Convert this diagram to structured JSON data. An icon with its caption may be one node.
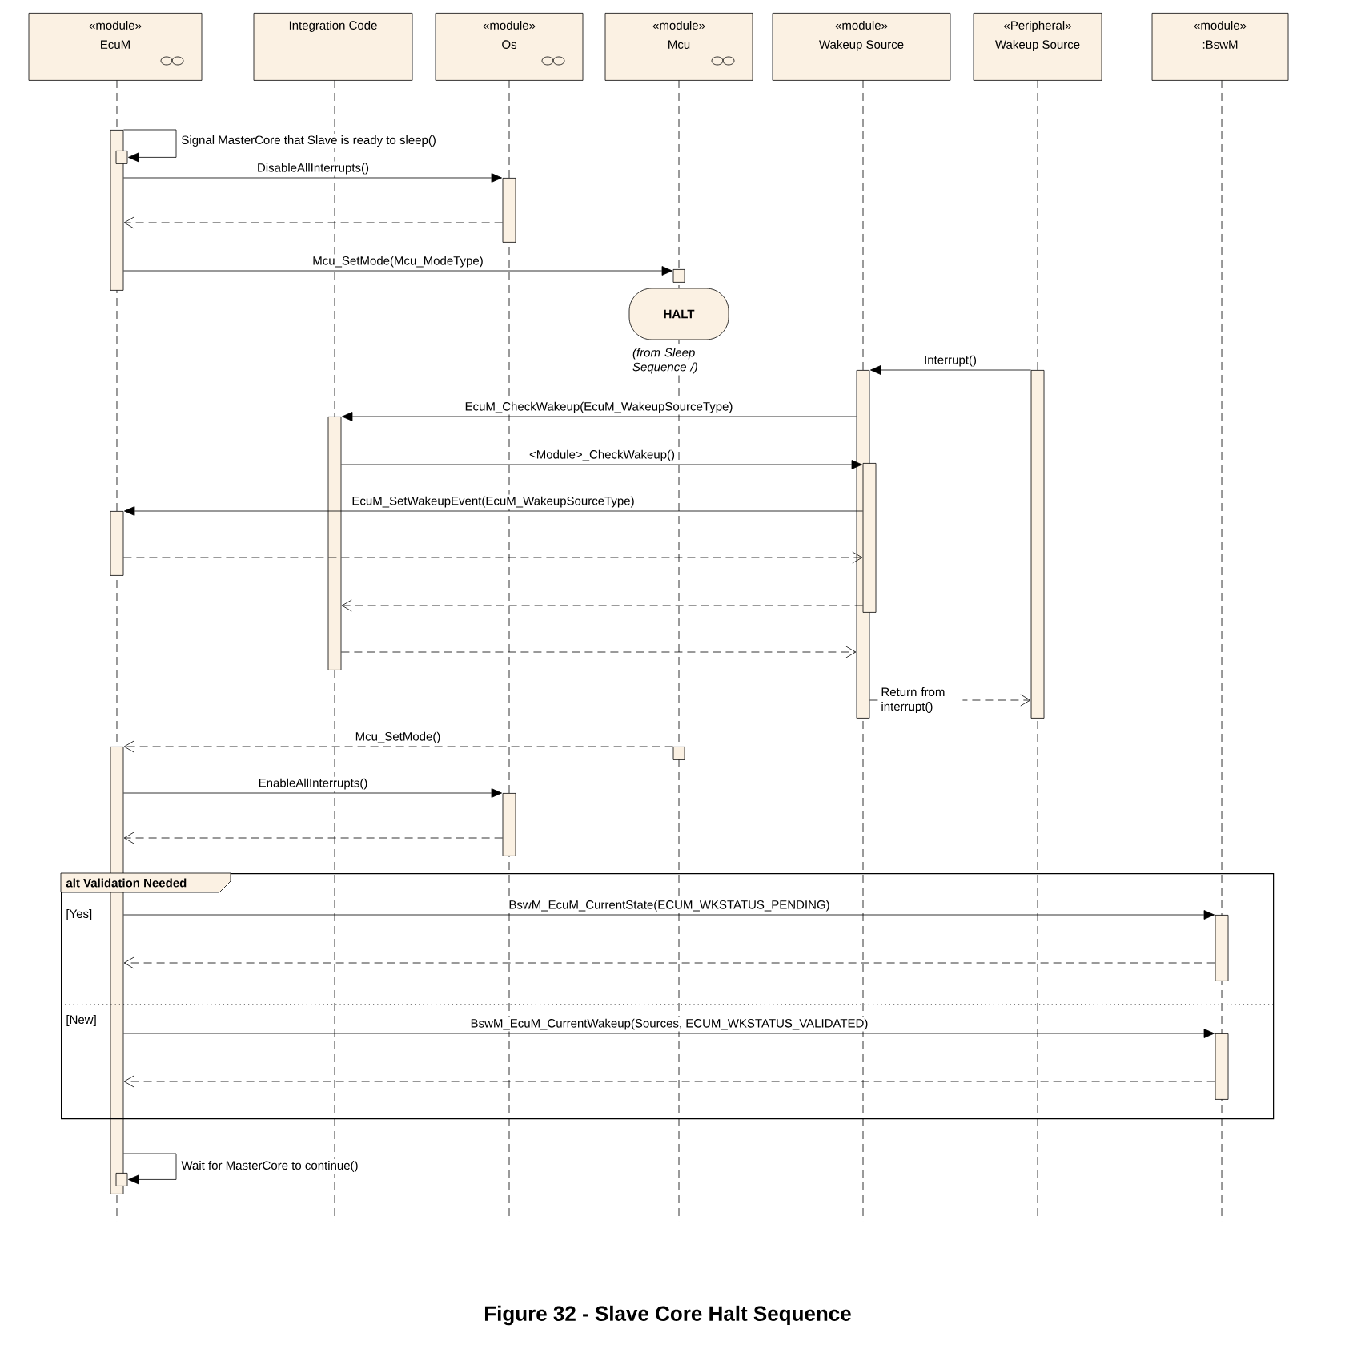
{
  "diagram": {
    "caption": "Figure 32 - Slave Core Halt Sequence",
    "nodes": [
      {
        "text": [
          "«module»",
          "EcuM"
        ]
      },
      {
        "text": [
          "Integration Code"
        ]
      },
      {
        "text": [
          "«module»",
          "Os"
        ]
      },
      {
        "text": [
          "«module»",
          "Mcu"
        ]
      },
      {
        "text": [
          "«module»",
          "Wakeup Source"
        ]
      },
      {
        "text": [
          "«Peripheral»",
          "Wakeup Source"
        ]
      },
      {
        "text": [
          "«module»",
          ":BswM"
        ]
      },
      {
        "text": [],
        "shape": "bar"
      },
      {
        "text": [],
        "shape": "box"
      },
      {
        "text": [],
        "shape": "bar"
      },
      {
        "text": [],
        "shape": "box"
      },
      {
        "text": [
          "HALT"
        ],
        "beside": [
          "(from Sleep Sequence /)"
        ]
      },
      {
        "text": [],
        "shape": "bar"
      },
      {
        "text": [],
        "shape": "bar"
      },
      {
        "text": [],
        "shape": "bar"
      },
      {
        "text": [],
        "shape": "bar"
      },
      {
        "text": [],
        "shape": "bar"
      },
      {
        "text": [],
        "shape": "box"
      },
      {
        "text": [],
        "shape": "bar"
      },
      {
        "text": [],
        "shape": "bar"
      },
      {
        "text": [
          "alt Validation Needed",
          "[Yes]",
          "[New]"
        ]
      },
      {
        "text": [],
        "shape": "bar",
        "in": 20
      },
      {
        "text": [],
        "shape": "bar",
        "in": 20
      },
      {
        "text": [],
        "shape": "box"
      }
    ],
    "edges": [
      {
        "from": 7,
        "to": 8,
        "arrow": "to",
        "label": "Signal MasterCore that Slave is ready to sleep()"
      },
      {
        "from": 7,
        "to": 9,
        "arrow": "to",
        "label": "DisableAllInterrupts()"
      },
      {
        "from": 9,
        "to": 7,
        "arrow": "to",
        "style": "dashed"
      },
      {
        "from": 7,
        "to": 10,
        "arrow": "to",
        "label": "Mcu_SetMode(Mcu_ModeType)"
      },
      {
        "from": 13,
        "to": 12,
        "arrow": "to",
        "label": "Interrupt()"
      },
      {
        "from": 12,
        "to": 14,
        "arrow": "to",
        "label": "EcuM_CheckWakeup(EcuM_WakeupSourceType)"
      },
      {
        "from": 14,
        "to": 15,
        "arrow": "to",
        "label": "<Module>_CheckWakeup()"
      },
      {
        "from": 15,
        "to": 16,
        "arrow": "to",
        "label": "EcuM_SetWakeupEvent(EcuM_WakeupSourceType)"
      },
      {
        "from": 16,
        "to": 15,
        "arrow": "to",
        "style": "dashed"
      },
      {
        "from": 15,
        "to": 14,
        "arrow": "to",
        "style": "dashed"
      },
      {
        "from": 14,
        "to": 12,
        "arrow": "to",
        "style": "dashed"
      },
      {
        "from": 12,
        "to": 13,
        "arrow": "to",
        "style": "dashed",
        "label": "Return from interrupt()"
      },
      {
        "from": 17,
        "to": 18,
        "arrow": "to",
        "style": "dashed",
        "label": "Mcu_SetMode()"
      },
      {
        "from": 18,
        "to": 19,
        "arrow": "to",
        "label": "EnableAllInterrupts()"
      },
      {
        "from": 19,
        "to": 18,
        "arrow": "to",
        "style": "dashed"
      },
      {
        "from": 18,
        "to": 21,
        "arrow": "to",
        "label": "BswM_EcuM_CurrentState(ECUM_WKSTATUS_PENDING)"
      },
      {
        "from": 21,
        "to": 18,
        "arrow": "to",
        "style": "dashed"
      },
      {
        "from": 18,
        "to": 22,
        "arrow": "to",
        "label": "BswM_EcuM_CurrentWakeup(Sources, ECUM_WKSTATUS_VALIDATED)"
      },
      {
        "from": 22,
        "to": 18,
        "arrow": "to",
        "style": "dashed"
      },
      {
        "from": 18,
        "to": 23,
        "arrow": "to",
        "label": "Wait for MasterCore to continue()"
      }
    ]
  }
}
